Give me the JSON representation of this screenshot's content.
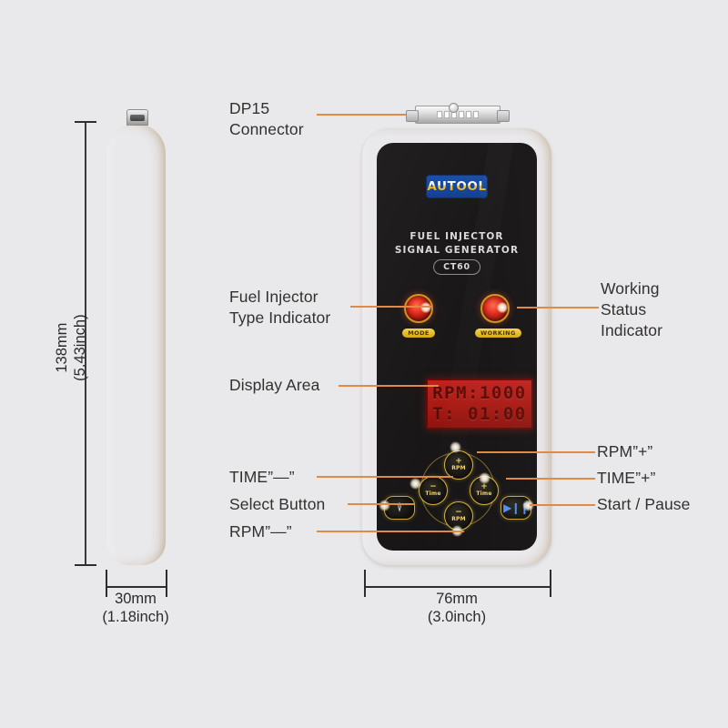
{
  "page": {
    "background_color": "#e9e8ea",
    "accent_leader_color": "#e08a45",
    "device_body_color": "#ffd23c",
    "screen_color": "#b01d17"
  },
  "device": {
    "brand": "AUTOOL",
    "product_name_line1": "FUEL INJECTOR",
    "product_name_line2": "SIGNAL GENERATOR",
    "model_badge": "CT60",
    "connector_type": "DP15",
    "leds": [
      {
        "id": "mode",
        "label": "MODE"
      },
      {
        "id": "working",
        "label": "WORKING"
      }
    ],
    "display": {
      "line1": "RPM:1000",
      "line2": "T: 01:00"
    },
    "buttons": {
      "up": {
        "symbol": "+",
        "label": "RPM"
      },
      "left": {
        "symbol": "−",
        "label": "Time"
      },
      "right": {
        "symbol": "+",
        "label": "Time"
      },
      "down": {
        "symbol": "−",
        "label": "RPM"
      },
      "select": {
        "icon": "cursor-select-icon"
      },
      "start_pause": {
        "icon": "play-pause-icon"
      }
    }
  },
  "callouts": {
    "dp15_connector": "DP15\nConnector",
    "fuel_injector_type_indicator": "Fuel Injector\nType Indicator",
    "display_area": "Display Area",
    "time_minus": "TIME”—”",
    "select_button": "Select Button",
    "rpm_minus": "RPM”—”",
    "working_status_indicator": "Working\nStatus\nIndicator",
    "rpm_plus": "RPM”+”",
    "time_plus": "TIME”+”",
    "start_pause": "Start / Pause"
  },
  "dimensions": {
    "height": "138mm\n(5.43inch)",
    "depth": "30mm\n(1.18inch)",
    "width": "76mm\n(3.0inch)"
  }
}
